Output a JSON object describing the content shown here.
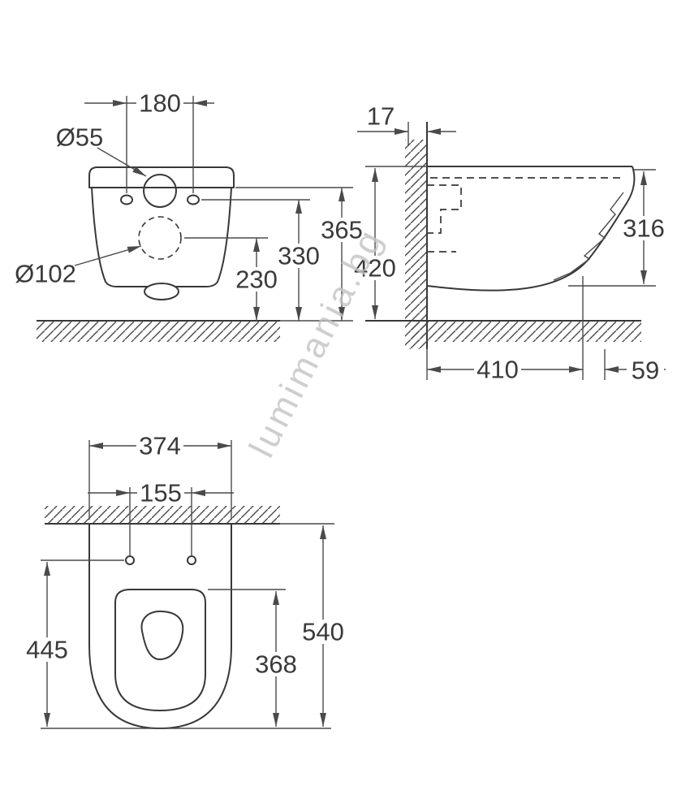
{
  "watermark": "lumimania.bg",
  "colors": {
    "line": "#383838",
    "text": "#3a3a3a",
    "watermark": "#c3c3c3"
  },
  "front_view": {
    "fixing_spacing": "180",
    "top_hole_dia": "Ø55",
    "outlet_dia": "Ø102",
    "rim_height": "365",
    "fixing_height": "330",
    "outlet_height": "230"
  },
  "side_view": {
    "wall_offset": "17",
    "overall_height": "420",
    "front_height": "316",
    "bottom_depth": "410",
    "outlet_offset": "59"
  },
  "plan_view": {
    "overall_width": "374",
    "fixing_spacing": "155",
    "fixing_depth": "445",
    "bowl_depth": "368",
    "overall_depth": "540"
  }
}
